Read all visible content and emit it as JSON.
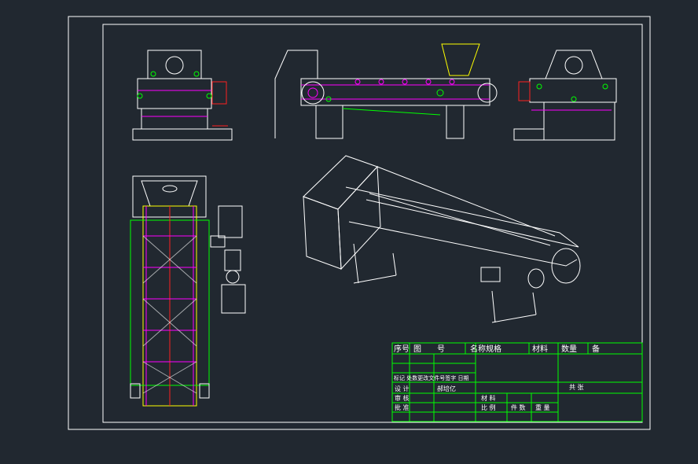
{
  "colors": {
    "background": "#212830",
    "line": "#ffffff",
    "title_block": "#00ff00",
    "frame_red": "#ff2020",
    "belt_magenta": "#ff00ff",
    "node_green": "#00ff00",
    "hopper_yellow": "#ffff00",
    "cyan": "#00ffff"
  },
  "title_block": {
    "header": {
      "seq": "序号",
      "drawing": "图　　号",
      "name": "名称规格",
      "material": "材料",
      "qty": "数量",
      "remark": "备"
    },
    "revision_row": "标记 处数更改文件号签字 日期",
    "design_label": "设 计",
    "design_name": "郝培亿",
    "review_label": "审 核",
    "approve_label": "批 准",
    "material_label": "材 料",
    "scale_label": "比 例",
    "pieces_label": "件 数",
    "weight_label": "重 量",
    "sheet_info": "共 张"
  }
}
